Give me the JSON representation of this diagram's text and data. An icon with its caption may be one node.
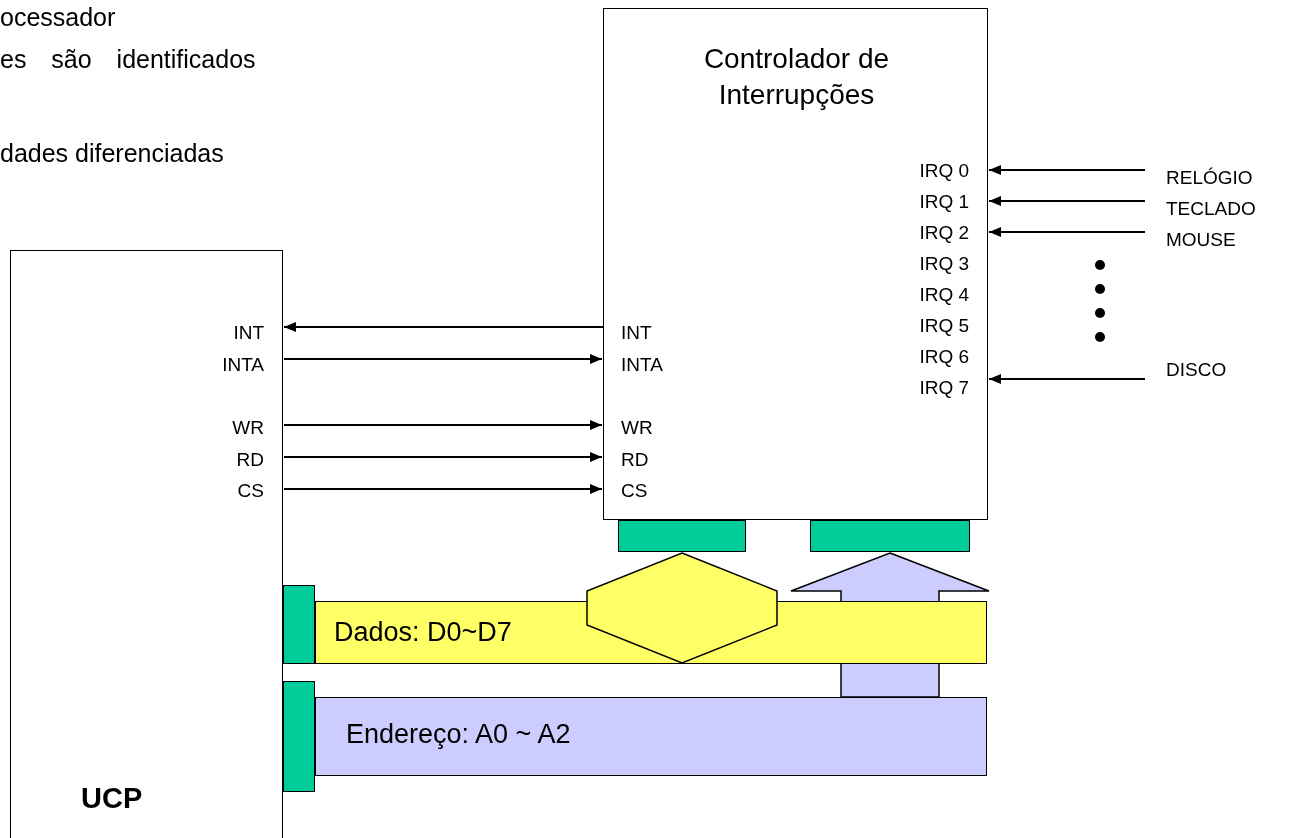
{
  "diagram": {
    "nodes": [
      {
        "text": [
          "Controlador de Interrupções",
          "IRQ 0",
          "IRQ 1",
          "IRQ 2",
          "IRQ 3",
          "IRQ 4",
          "IRQ 5",
          "IRQ 6",
          "IRQ 7",
          "INT",
          "INTA",
          "WR",
          "RD",
          "CS"
        ]
      },
      {
        "text": [
          "RELÓGIO"
        ]
      },
      {
        "text": [
          "TECLADO"
        ]
      },
      {
        "text": [
          "MOUSE"
        ]
      },
      {
        "text": [
          "DISCO"
        ]
      },
      {
        "text": [
          "INT",
          "INTA",
          "WR",
          "RD",
          "CS",
          "UCP"
        ]
      },
      {
        "text": [],
        "shape": "box"
      },
      {
        "text": [],
        "shape": "box"
      },
      {
        "text": [],
        "shape": "box"
      },
      {
        "text": [
          "Dados: D0~D7"
        ]
      },
      {
        "text": [],
        "shape": "box"
      },
      {
        "text": [
          "Endereço: A0 ~ A2"
        ]
      }
    ],
    "edges": [
      {
        "from": 0,
        "to": 5,
        "arrow": "to"
      },
      {
        "from": 5,
        "to": 0,
        "arrow": "to"
      },
      {
        "from": 5,
        "to": 0,
        "arrow": "to"
      },
      {
        "from": 5,
        "to": 0,
        "arrow": "to"
      },
      {
        "from": 5,
        "to": 0,
        "arrow": "to"
      },
      {
        "from": 1,
        "to": 0,
        "arrow": "to"
      },
      {
        "from": 2,
        "to": 0,
        "arrow": "to"
      },
      {
        "from": 3,
        "to": 0,
        "arrow": "to"
      },
      {
        "from": 4,
        "to": 0,
        "arrow": "to"
      },
      {
        "from": 9,
        "to": 6,
        "arrow": "both",
        "style": "thick",
        "color": "#ffff66"
      },
      {
        "from": 11,
        "to": 7,
        "arrow": "to",
        "style": "thick",
        "color": "#ccccff"
      }
    ],
    "labels": [
      "ocessador",
      "es são identificados",
      "dades diferenciadas"
    ]
  }
}
